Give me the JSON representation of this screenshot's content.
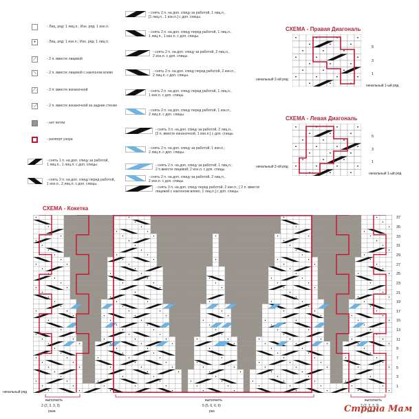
{
  "legend_left": [
    {
      "icon": "blank-cell-icon",
      "text": "- Лиц. ряд: 1 лиц.п.; Изн. ряд: 1 изн.п."
    },
    {
      "icon": "dot-cell-icon",
      "text": "- Лиц. ряд: 1 изн.п.; Изн. ряд: 1 лиц.п."
    },
    {
      "icon": "k2tog-icon",
      "text": "- 2 п. вместе лицевой"
    },
    {
      "icon": "ssk-icon",
      "text": "- 2 п. вместе лицевой с наклоном влево"
    },
    {
      "icon": "p2tog-icon",
      "text": "- 2 п. вместе изнаночной"
    },
    {
      "icon": "p2tog-tbl-icon",
      "text": "- 2 п. вместе изнаночной за задние стенки"
    },
    {
      "icon": "no-stitch-icon",
      "text": "- нет петли"
    },
    {
      "icon": "repeat-icon",
      "text": "- раппорт узора"
    },
    {
      "icon": "cable-1-1-back-icon",
      "text": "- снять 1 п. на доп. спицу за работой,\n1 лиц.п., 1 лиц.п. с доп. спицы."
    },
    {
      "icon": "cable-2-1-front-icon",
      "text": "- снять 2 п. на доп. спицу перед работой,\n1 изн.п., 2 лиц.п. с доп. спицы."
    }
  ],
  "legend_right": [
    {
      "icon": "cable-2-1-back-icon",
      "text": "- снять 2 п. на доп. спицу за работой, 1 лиц.п.,\n[1 лиц.п., 1 изн.п.] с доп. спицы."
    },
    {
      "icon": "cable-2-1-front-b-icon",
      "text": "- снять 2 п. на доп. спицу перед работой, 1 лиц.п.,\n1 лиц.п., 1 изн.п. с доп. спицы."
    },
    {
      "icon": "cable-2-2-back-icon",
      "text": "- снять 2 п. на доп. спицу за работой, 2 лиц.п.,\n2 изн.п. с доп. спицы."
    },
    {
      "icon": "cable-2-2-front-icon",
      "text": "- снять 2 п. на доп. спицу перед работой, 2 изн.п.,\n2 лиц.п. с доп. спицы."
    },
    {
      "icon": "cable-2-1-dec-icon",
      "text": "- снять 2 п. на доп. спицу перед работой, 1 лиц.п.,\n1 изн.п. с доп. спицы."
    },
    {
      "icon": "cable-blue-1-icon",
      "text": "- снять 2 п. на доп. спицу перед работой, 1 изн.п.,\n2 лиц.п. с доп. спицы."
    },
    {
      "icon": "cable-3-1-icon",
      "text": "- снять 3 п. на доп. спицу за работой, 2 лиц.п.,\n[2 п. вместе изнаночной, 1 изн.п.] с доп. спицы."
    },
    {
      "icon": "cable-blue-2-icon",
      "text": "- снять 2 п. на доп. спицу за работой; 1 изн.п.;\n2 лиц.п. с доп. спицы."
    },
    {
      "icon": "cable-blue-3-icon",
      "text": "- снять 2 п. на доп. спицу за работой; 1 лиц.п.;\n2 п.вместе лицевой; 2 изн.п. с доп. спицы."
    },
    {
      "icon": "cable-blue-4-icon",
      "text": "- снять 2 п. на доп. спицу за работой, 2 лиц.п.,\n2 изн.п. с доп. спицы."
    },
    {
      "icon": "cable-3-2-icon",
      "text": "- снять 3 п. на доп. спицу перед работой; 2 изн.п.; [ 2 п. вместе\nлицевой с наклоном влево, 1 лиц.п.] с доп. спицы."
    }
  ],
  "schema_right": {
    "title": "СХЕМА - Правая Диагональ",
    "rows": [
      "5",
      "3",
      "1"
    ],
    "start_even": "начальный 2-ой ряд",
    "start_odd": "начальный 1-ый ряд"
  },
  "schema_left": {
    "title": "СХЕМА - Левая Диагональ",
    "rows": [
      "5",
      "3",
      "1"
    ],
    "start_even": "начальный 2-ой ряд",
    "start_odd": "начальный 1-ый ряд"
  },
  "schema_main": {
    "title": "СХЕМА - Кокетка",
    "rows": [
      "37",
      "35",
      "33",
      "31",
      "29",
      "27",
      "25",
      "23",
      "21",
      "19",
      "17",
      "15",
      "13",
      "11",
      "9",
      "7",
      "5",
      "3",
      "1"
    ],
    "start_row": "начальный ряд",
    "left_note": {
      "label": "выполнить",
      "counts": "2 (2, 3, 3, 3)",
      "unit": "раза"
    },
    "center_note": {
      "label": "выполнить",
      "counts": "5 (5, 6, 6, 6)",
      "unit": "раз"
    },
    "right_note": {
      "label": "выполнить",
      "counts": "2 (2, 3, 3, 3)",
      "unit": "раза"
    }
  },
  "watermark": "Страна Мам",
  "colors": {
    "red": "#c8102e",
    "gray": "#9a948c",
    "blue": "#6fb3e0",
    "grid": "#9c9c9c",
    "title": "#b3243a"
  }
}
